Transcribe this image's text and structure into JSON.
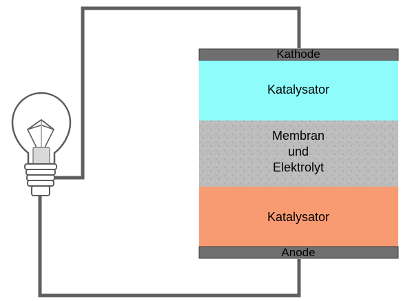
{
  "colors": {
    "electrode": "#6f6f6f",
    "catalyst_top": "#8ffcfc",
    "membrane": "#b9b9b9",
    "catalyst_bottom": "#f99b72",
    "wire": "#5f5f5f",
    "bulb_outline": "#5c5c5c",
    "bulb_base": "#ffffff"
  },
  "icons": {
    "bulb": "light-bulb-icon"
  },
  "layers": {
    "cathode": "Kathode",
    "catalyst_top": "Katalysator",
    "membrane": [
      "Membran",
      "und",
      "Elektrolyt"
    ],
    "catalyst_bottom": "Katalysator",
    "anode": "Anode"
  }
}
